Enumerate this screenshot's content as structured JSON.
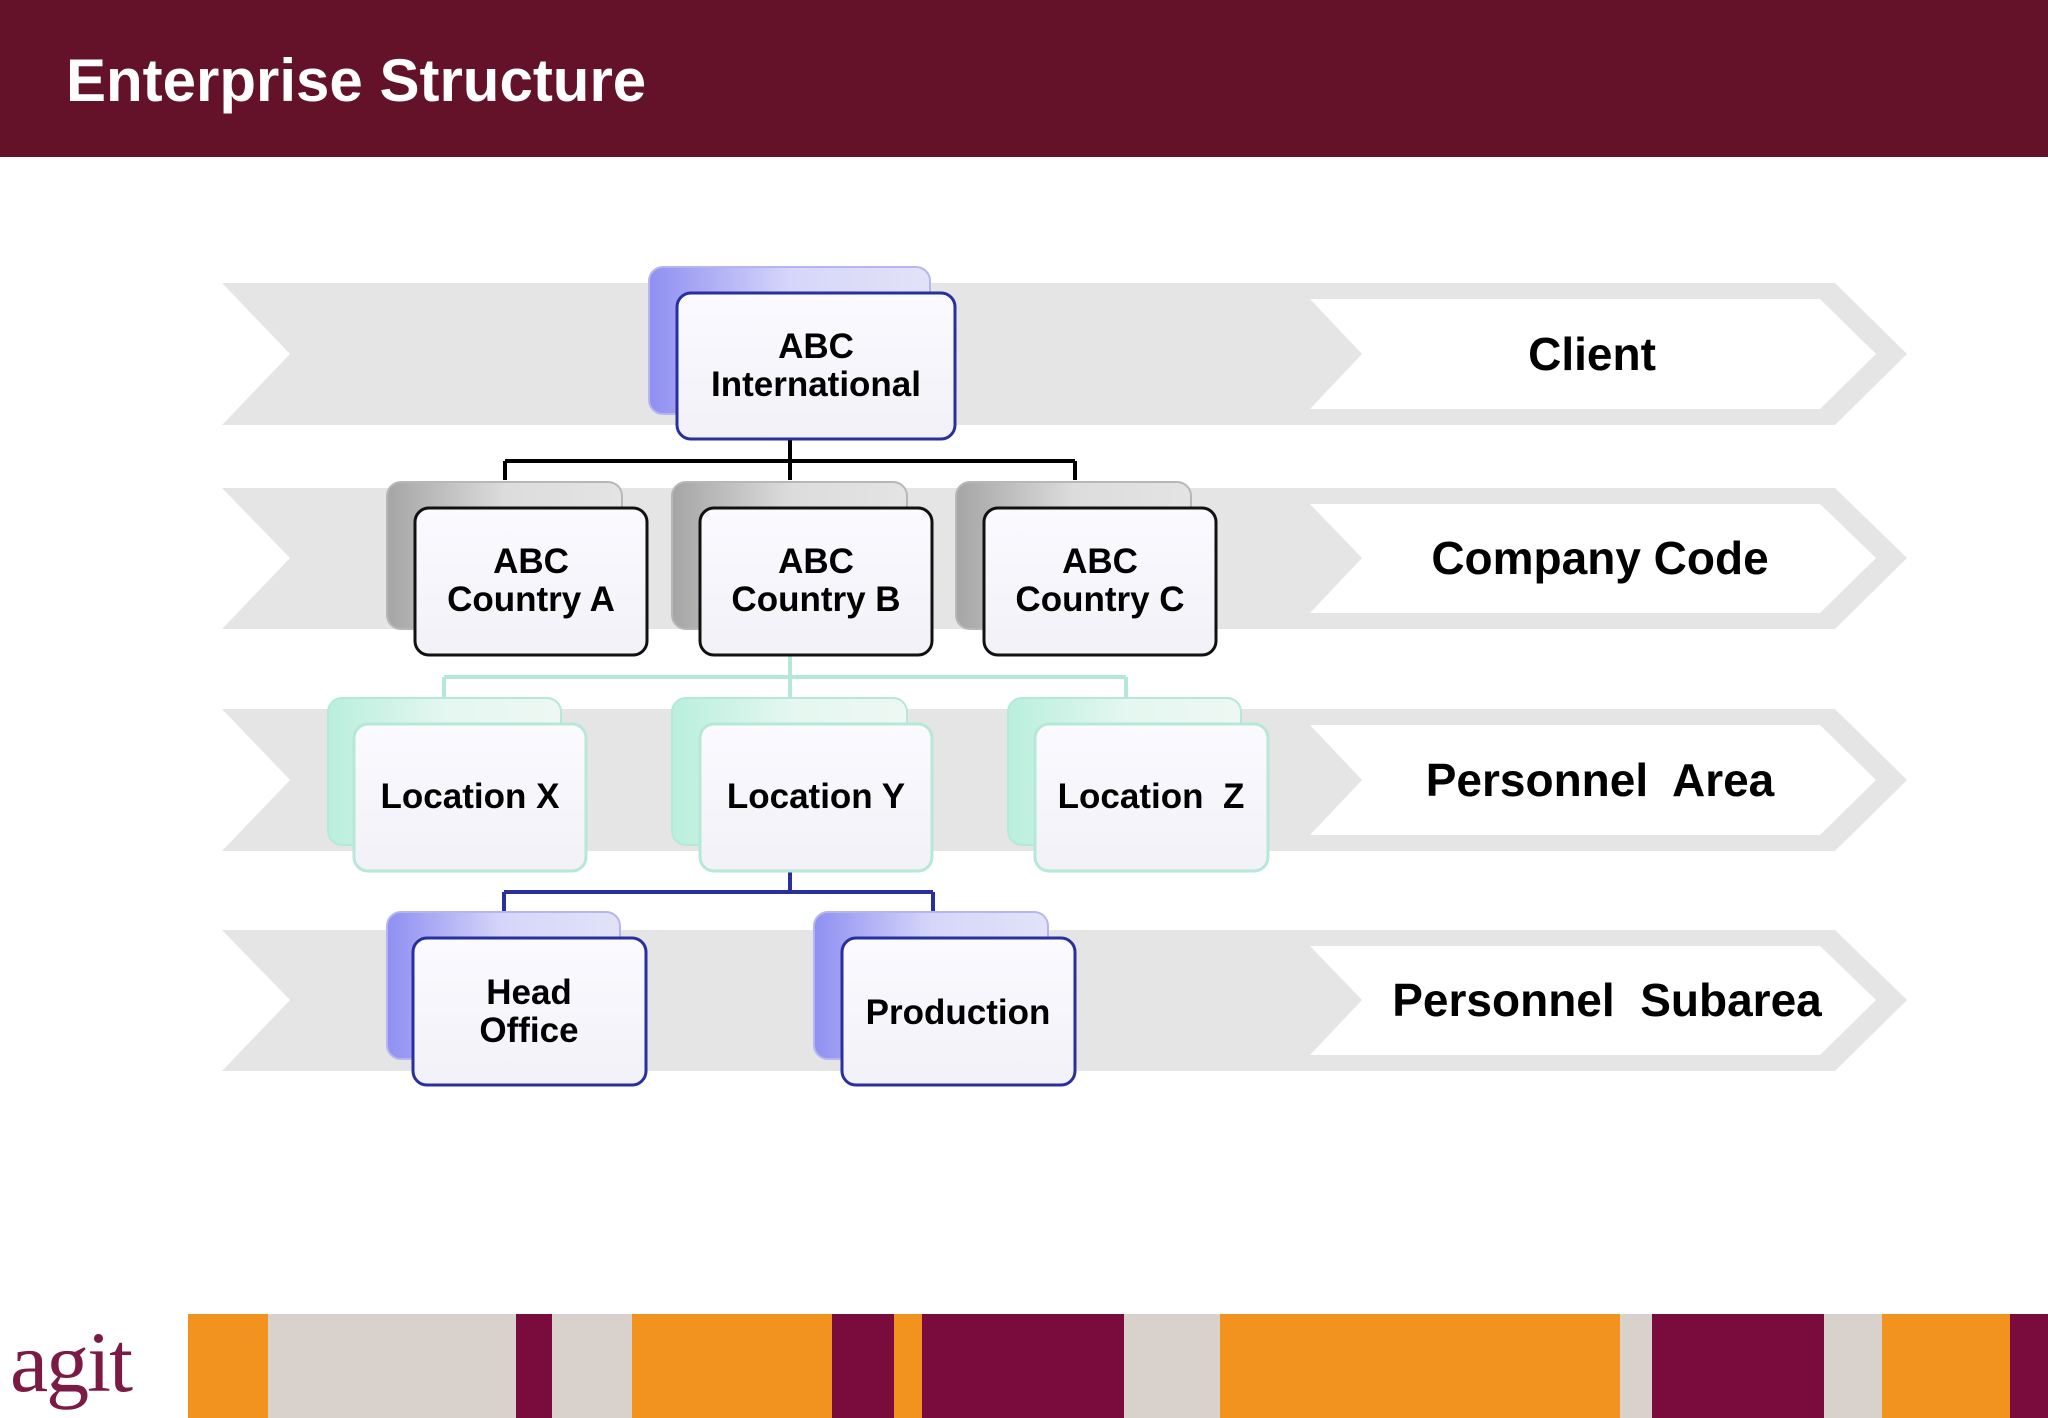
{
  "header": {
    "title": "Enterprise Structure"
  },
  "levels": [
    {
      "label": "Client"
    },
    {
      "label": "Company Code"
    },
    {
      "label": "Personnel  Area"
    },
    {
      "label": "Personnel  Subarea"
    }
  ],
  "nodes": [
    {
      "id": "abc-international",
      "lines": [
        "ABC",
        "International"
      ],
      "level": 0,
      "style": "blue"
    },
    {
      "id": "abc-country-a",
      "lines": [
        "ABC",
        "Country A"
      ],
      "level": 1,
      "style": "gray"
    },
    {
      "id": "abc-country-b",
      "lines": [
        "ABC",
        "Country B"
      ],
      "level": 1,
      "style": "gray"
    },
    {
      "id": "abc-country-c",
      "lines": [
        "ABC",
        "Country C"
      ],
      "level": 1,
      "style": "gray"
    },
    {
      "id": "location-x",
      "lines": [
        "Location X"
      ],
      "level": 2,
      "style": "green"
    },
    {
      "id": "location-y",
      "lines": [
        "Location Y"
      ],
      "level": 2,
      "style": "green"
    },
    {
      "id": "location-z",
      "lines": [
        "Location  Z"
      ],
      "level": 2,
      "style": "green"
    },
    {
      "id": "head-office",
      "lines": [
        "Head",
        "Office"
      ],
      "level": 3,
      "style": "blue"
    },
    {
      "id": "production",
      "lines": [
        "Production"
      ],
      "level": 3,
      "style": "blue"
    }
  ],
  "edges": [
    {
      "from": "abc-international",
      "to": [
        "abc-country-a",
        "abc-country-b",
        "abc-country-c"
      ],
      "color": "#000000"
    },
    {
      "from": "abc-country-b",
      "to": [
        "location-x",
        "location-y",
        "location-z"
      ],
      "color": "#b5e8d7"
    },
    {
      "from": "location-y",
      "to": [
        "head-office",
        "production"
      ],
      "color": "#2a2f9e"
    }
  ],
  "colors": {
    "header_bg": "#63122a",
    "band": "#e6e5e6",
    "blue_border": "#2a2f9e",
    "green_border": "#b5e8d7",
    "gray_border": "#111111"
  },
  "footer": {
    "logo_text": "agit",
    "stripe_colors": [
      "#f3931f",
      "#d9d2cc",
      "#7a0c3d"
    ]
  }
}
